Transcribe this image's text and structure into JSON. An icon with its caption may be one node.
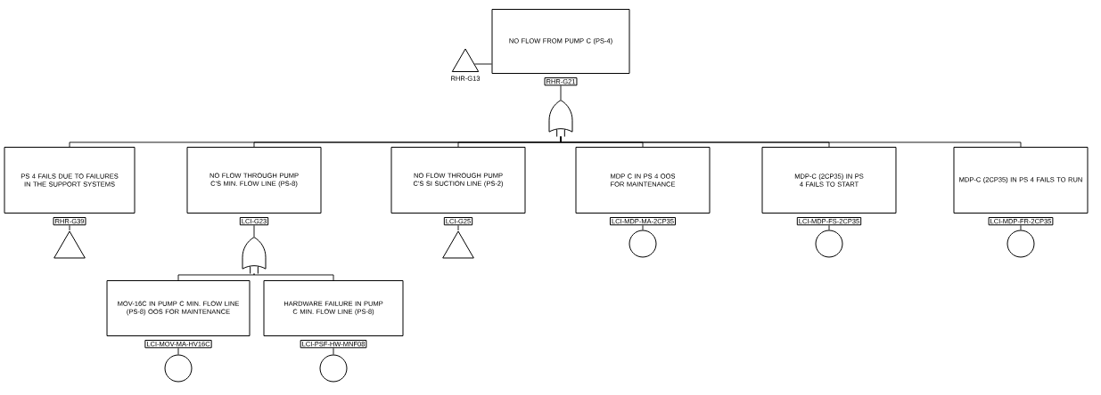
{
  "diagram": {
    "nodes": [
      {
        "text": [
          "NO FLOW FROM PUMP C (PS-4)",
          "RHR-G21"
        ]
      },
      {
        "text": [],
        "shape": "triangle",
        "beside": [
          "RHR-G13"
        ]
      },
      {
        "text": [],
        "shape": "gate"
      },
      {
        "text": [
          "PS 4 FAILS DUE TO FAILURES IN THE SUPPORT SYSTEMS",
          "RHR-G39"
        ]
      },
      {
        "text": [],
        "shape": "triangle"
      },
      {
        "text": [
          "NO FLOW THROUGH PUMP C'S MIN. FLOW LINE (PS-8)",
          "LCI-G23"
        ]
      },
      {
        "text": [],
        "shape": "gate"
      },
      {
        "text": [
          "MOV-16C IN PUMP C MIN. FLOW LINE (PS-8) OOS FOR MAINTENANCE",
          "LCI-MOV-MA-HV16C"
        ]
      },
      {
        "text": [],
        "shape": "circle"
      },
      {
        "text": [
          "HARDWARE FAILURE IN PUMP C MIN. FLOW LINE (PS-8)",
          "LCI-PSF-HW-MNF08"
        ]
      },
      {
        "text": [],
        "shape": "circle"
      },
      {
        "text": [
          "NO FLOW THROUGH PUMP C'S SI SUCTION LINE (PS-2)",
          "LCI-G25"
        ]
      },
      {
        "text": [],
        "shape": "triangle"
      },
      {
        "text": [
          "MDP C IN PS 4 OOS FOR MAINTENANCE",
          "LCI-MDP-MA-2CP35"
        ]
      },
      {
        "text": [],
        "shape": "circle"
      },
      {
        "text": [
          "MDP-C (2CP35) IN PS 4 FAILS TO START",
          "LCI-MDP-FS-2CP35"
        ]
      },
      {
        "text": [],
        "shape": "circle"
      },
      {
        "text": [
          "MDP-C (2CP35) IN PS 4 FAILS TO RUN",
          "LCI-MDP-FR-2CP35"
        ]
      },
      {
        "text": [],
        "shape": "circle"
      }
    ],
    "edges": [
      {
        "from": 1,
        "to": 0,
        "arrow": "none"
      },
      {
        "from": 0,
        "to": 2,
        "arrow": "none"
      },
      {
        "from": 2,
        "to": 3,
        "arrow": "none"
      },
      {
        "from": 2,
        "to": 5,
        "arrow": "none"
      },
      {
        "from": 2,
        "to": 11,
        "arrow": "none"
      },
      {
        "from": 2,
        "to": 13,
        "arrow": "none"
      },
      {
        "from": 2,
        "to": 15,
        "arrow": "none"
      },
      {
        "from": 2,
        "to": 17,
        "arrow": "none"
      },
      {
        "from": 3,
        "to": 4,
        "arrow": "none"
      },
      {
        "from": 5,
        "to": 6,
        "arrow": "none"
      },
      {
        "from": 6,
        "to": 7,
        "arrow": "none"
      },
      {
        "from": 6,
        "to": 9,
        "arrow": "none"
      },
      {
        "from": 7,
        "to": 8,
        "arrow": "none"
      },
      {
        "from": 9,
        "to": 10,
        "arrow": "none"
      },
      {
        "from": 11,
        "to": 12,
        "arrow": "none"
      },
      {
        "from": 13,
        "to": 14,
        "arrow": "none"
      },
      {
        "from": 15,
        "to": 16,
        "arrow": "none"
      },
      {
        "from": 17,
        "to": 18,
        "arrow": "none"
      }
    ]
  }
}
